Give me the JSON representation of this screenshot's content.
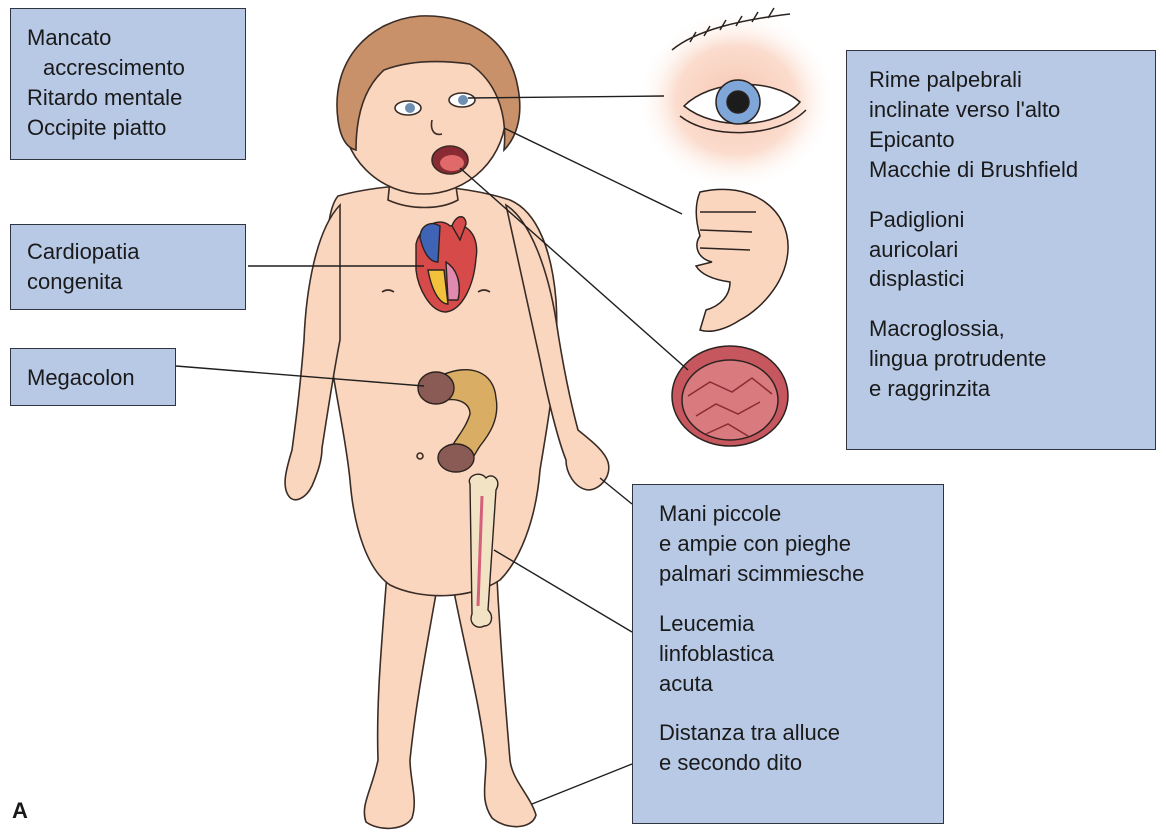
{
  "panel_letter": "A",
  "labels": {
    "growth": [
      "Mancato",
      "accrescimento",
      "Ritardo mentale",
      "Occipite piatto"
    ],
    "heart": [
      "Cardiopatia",
      "congenita"
    ],
    "colon": [
      "Megacolon"
    ],
    "eye": [
      "Rime palpebrali",
      "inclinate verso l'alto",
      "Epicanto",
      "Macchie di Brushfield"
    ],
    "ear": [
      "Padiglioni",
      "auricolari",
      "displastici"
    ],
    "tongue": [
      "Macroglossia,",
      "lingua protrudente",
      "e raggrinzita"
    ],
    "hands": [
      "Mani piccole",
      "e ampie con pieghe",
      "palmari scimmiesche"
    ],
    "leukemia": [
      "Leucemia",
      "linfoblastica",
      "acuta"
    ],
    "toes": [
      "Distanza tra alluce",
      "e secondo dito"
    ]
  },
  "colors": {
    "label_fill": "#b8c9e6",
    "skin": "#fbd6be",
    "hair": "#c9916a",
    "outline": "#3a2c26"
  }
}
